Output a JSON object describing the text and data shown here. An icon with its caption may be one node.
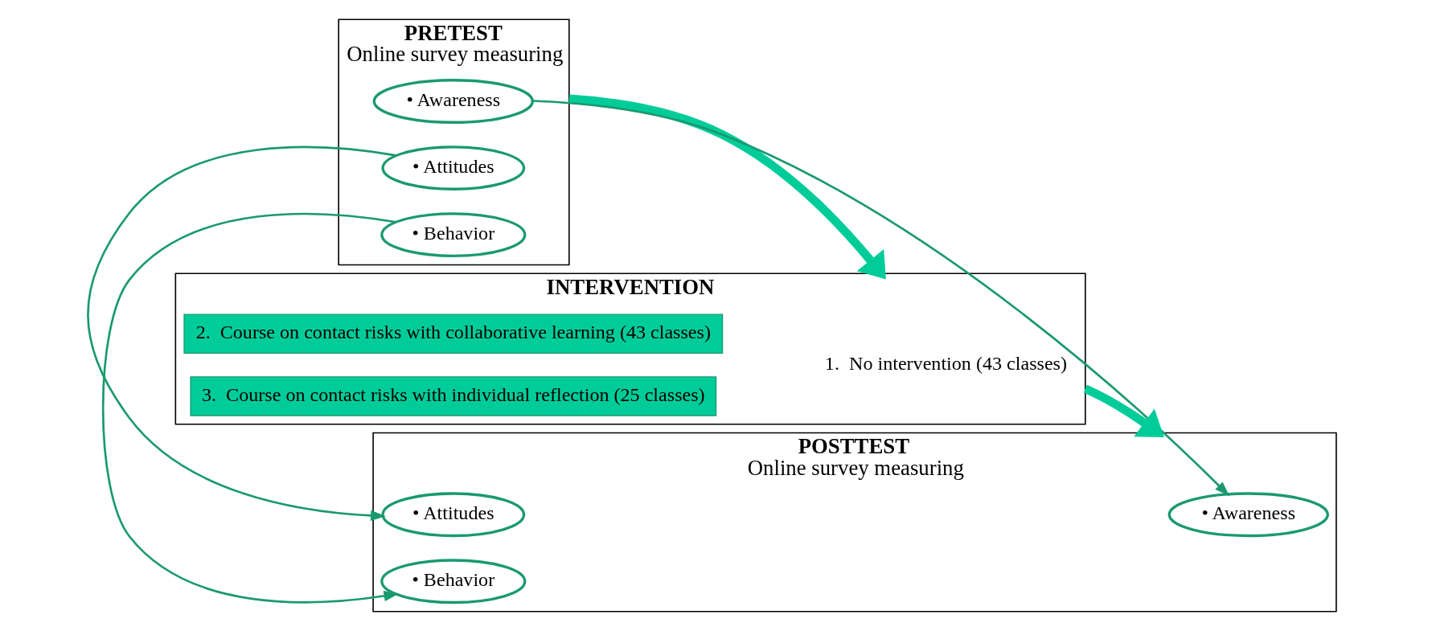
{
  "diagram": {
    "nodes": [
      {
        "text": [
          "PRETEST",
          "Online survey measuring"
        ]
      },
      {
        "text": [
          "• Awareness"
        ],
        "in": 0
      },
      {
        "text": [
          "• Attitudes"
        ],
        "in": 0
      },
      {
        "text": [
          "• Behavior"
        ],
        "in": 0
      },
      {
        "text": [
          "INTERVENTION"
        ]
      },
      {
        "text": [
          "1.  No intervention (43 classes)"
        ],
        "in": 4
      },
      {
        "text": [
          "2.  Course on contact risks with collaborative learning (43 classes)"
        ],
        "in": 4
      },
      {
        "text": [
          "3.  Course on contact risks with individual reflection (25 classes)"
        ],
        "in": 4
      },
      {
        "text": [
          "POSTTEST",
          "Online survey measuring"
        ]
      },
      {
        "text": [
          "• Awareness"
        ],
        "in": 8
      },
      {
        "text": [
          "• Attitudes"
        ],
        "in": 8
      },
      {
        "text": [
          "• Behavior"
        ],
        "in": 8
      }
    ],
    "edges": [
      {
        "from": 0,
        "to": 4,
        "arrow": "to",
        "style": "thick"
      },
      {
        "from": 4,
        "to": 8,
        "arrow": "to",
        "style": "thick"
      },
      {
        "from": 1,
        "to": 9,
        "arrow": "to"
      },
      {
        "from": 2,
        "to": 10,
        "arrow": "to"
      },
      {
        "from": 3,
        "to": 11,
        "arrow": "to"
      }
    ]
  }
}
